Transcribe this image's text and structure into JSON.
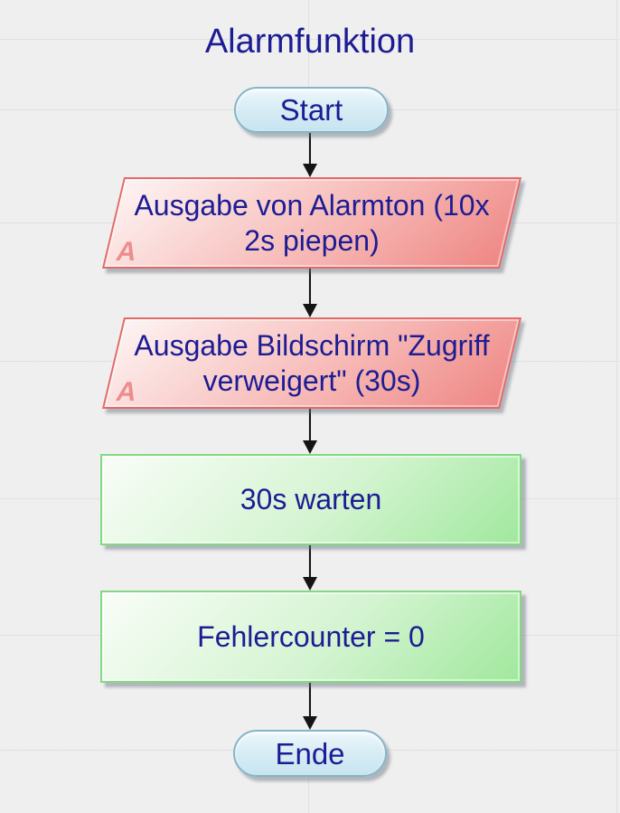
{
  "title": "Alarmfunktion",
  "nodes": [
    {
      "id": "start",
      "type": "terminator",
      "label": "Start"
    },
    {
      "id": "io-alarmton",
      "type": "io",
      "label": "Ausgabe von Alarmton (10x 2s piepen)",
      "badge": "A"
    },
    {
      "id": "io-bildschirm",
      "type": "io",
      "label": "Ausgabe Bildschirm \"Zugriff verweigert\" (30s)",
      "badge": "A"
    },
    {
      "id": "process-warten",
      "type": "process",
      "label": "30s warten"
    },
    {
      "id": "process-fehlercounter",
      "type": "process",
      "label": "Fehlercounter = 0"
    },
    {
      "id": "end",
      "type": "terminator",
      "label": "Ende"
    }
  ],
  "colors": {
    "text": "#1c1c94",
    "terminator_border": "#85b5c8",
    "io_border": "#e26a6a",
    "process_border": "#82da80",
    "badge": "#ee8d8d",
    "background": "#efefef"
  }
}
